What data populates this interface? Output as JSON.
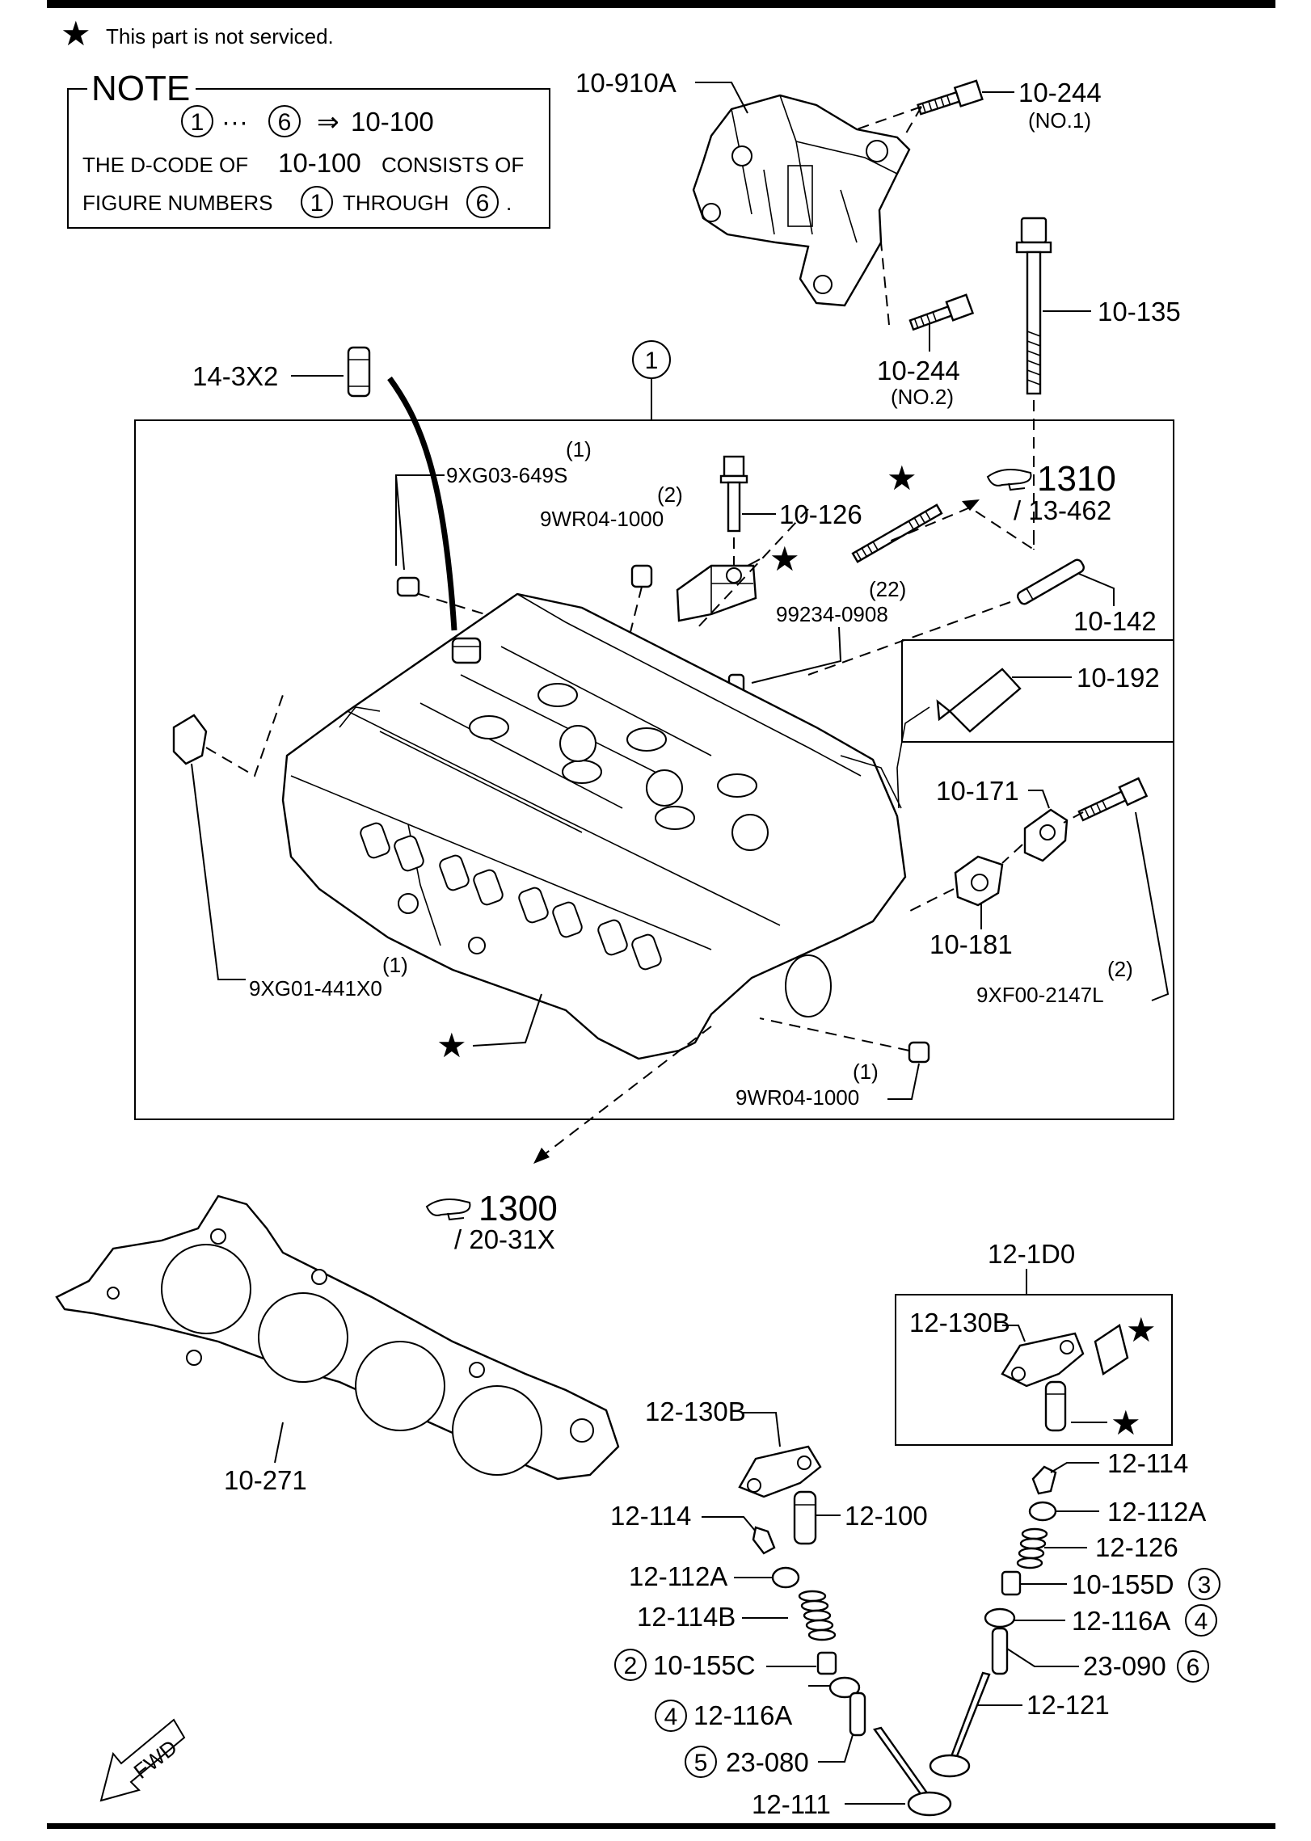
{
  "legend": {
    "star": "★",
    "text": "This part is not serviced."
  },
  "note": {
    "title": "NOTE",
    "circle_first": "1",
    "dots": "···",
    "circle_last": "6",
    "arrow": "⇒",
    "target": "10-100",
    "line2_a": "THE D-CODE OF",
    "line2_b": "10-100",
    "line2_c": "CONSISTS OF",
    "line3_a": "FIGURE NUMBERS",
    "line3_b": "THROUGH",
    "line3_c": "."
  },
  "group_number": "1",
  "refs": {
    "r1310": {
      "num": "1310",
      "sub": "/ 13-462"
    },
    "r1300": {
      "num": "1300",
      "sub": "/ 20-31X"
    }
  },
  "callouts": {
    "p10_910a": "10-910A",
    "p10_244_1": "10-244",
    "p10_244_1_note": "(NO.1)",
    "p10_244_2": "10-244",
    "p10_244_2_note": "(NO.2)",
    "p10_135": "10-135",
    "p14_3x2": "14-3X2",
    "p9xg03_qty": "(1)",
    "p9xg03": "9XG03-649S",
    "p9wr04a_qty": "(2)",
    "p9wr04a": "9WR04-1000",
    "p10_126": "10-126",
    "p99234_qty": "(22)",
    "p99234": "99234-0908",
    "p10_142": "10-142",
    "p10_192": "10-192",
    "p10_171": "10-171",
    "p10_181": "10-181",
    "p9xf00_qty": "(2)",
    "p9xf00": "9XF00-2147L",
    "p9xg01_qty": "(1)",
    "p9xg01": "9XG01-441X0",
    "p9wr04b_qty": "(1)",
    "p9wr04b": "9WR04-1000",
    "p10_271": "10-271",
    "p12_1d0": "12-1D0",
    "p12_130b_kit": "12-130B",
    "p12_130b": "12-130B",
    "p12_114_l": "12-114",
    "p12_100": "12-100",
    "p12_112a_l": "12-112A",
    "p12_114b": "12-114B",
    "p10_155c": "10-155C",
    "p12_116a_l": "12-116A",
    "p23_080": "23-080",
    "p12_111": "12-111",
    "p12_114_r": "12-114",
    "p12_112a_r": "12-112A",
    "p12_126": "12-126",
    "p10_155d": "10-155D",
    "p12_116a_r": "12-116A",
    "p23_090": "23-090",
    "p12_121": "12-121"
  },
  "figure_numbers": {
    "c10_155c": "2",
    "c12_116a_l": "4",
    "c23_080": "5",
    "c10_155d": "3",
    "c12_116a_r": "4",
    "c23_090": "6"
  },
  "fwd": "FWD"
}
